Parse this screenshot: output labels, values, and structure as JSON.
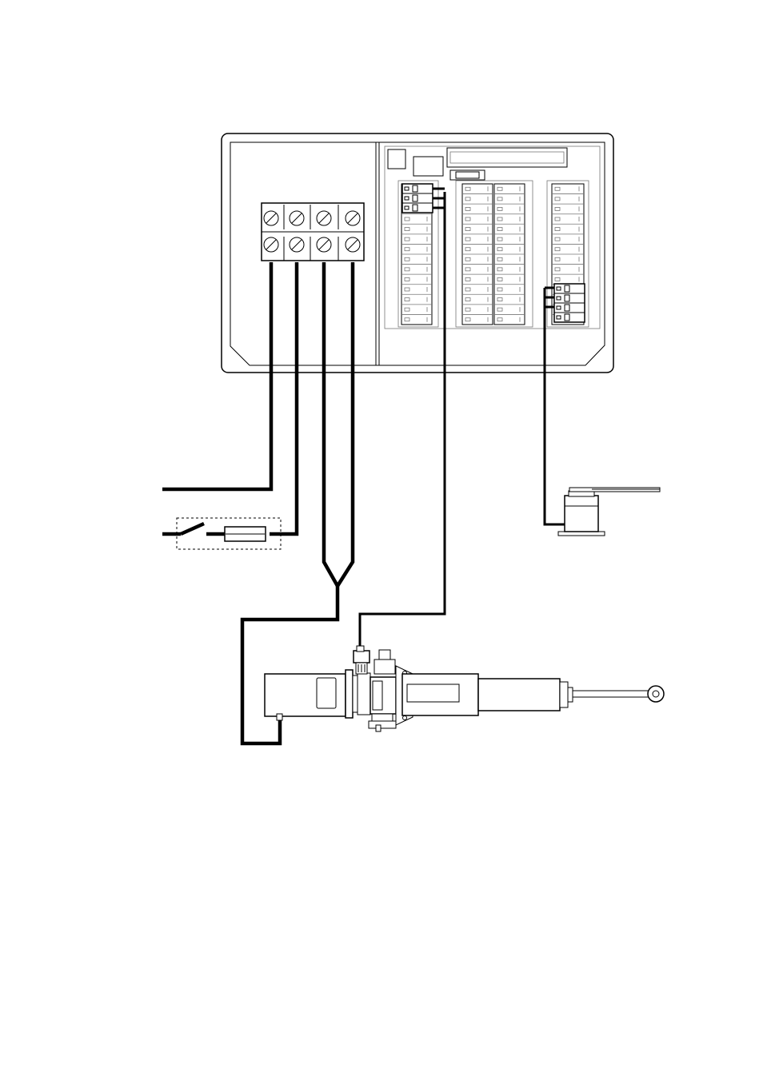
{
  "figure": {
    "type": "wiring-diagram",
    "has_text": false,
    "components": [
      "control-unit-enclosure",
      "power-terminal-block",
      "plug-in-terminal-strips",
      "fuse-holder",
      "supply-switch",
      "inline-fuse",
      "rudder-feedback-unit",
      "hydraulic-linear-drive-unit"
    ],
    "colors": {
      "line": "#000000",
      "background": "#ffffff"
    }
  }
}
